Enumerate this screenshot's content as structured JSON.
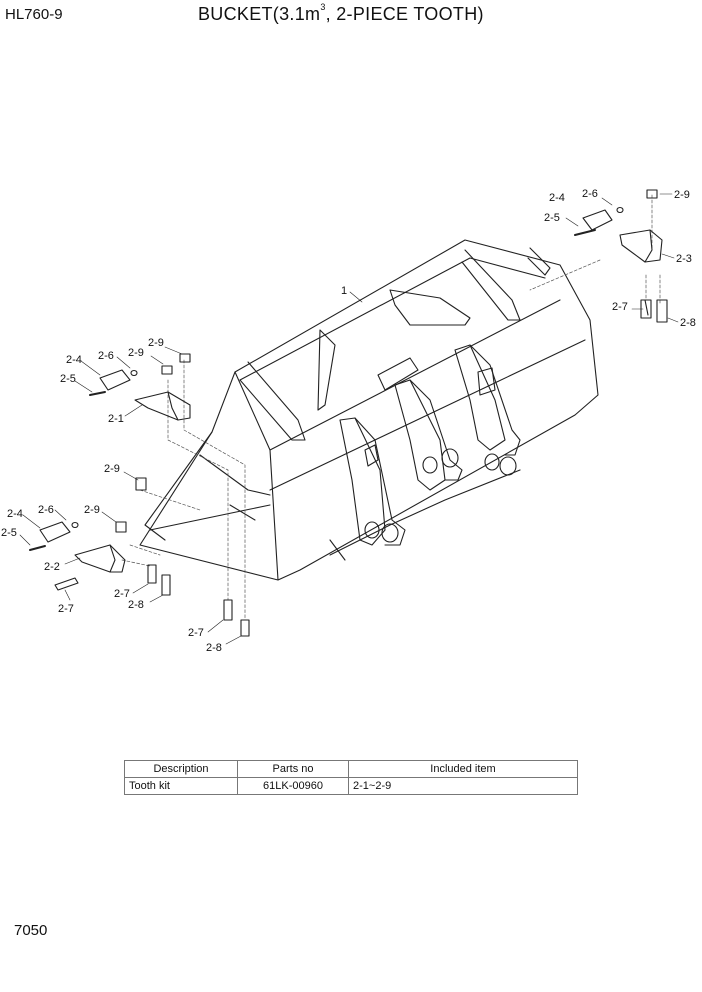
{
  "header": {
    "model": "HL760-9",
    "title_main": "BUCKET(3.1m",
    "title_sup": "3",
    "title_rest": ", 2-PIECE TOOTH)"
  },
  "callouts": {
    "c1": "1",
    "c2_1": "2-1",
    "c2_2": "2-2",
    "c2_3": "2-3",
    "c2_4": "2-4",
    "c2_5": "2-5",
    "c2_6": "2-6",
    "c2_7": "2-7",
    "c2_8": "2-8",
    "c2_9": "2-9"
  },
  "table": {
    "headers": [
      "Description",
      "Parts no",
      "Included item"
    ],
    "rows": [
      [
        "Tooth kit",
        "61LK-00960",
        "2-1~2-9"
      ]
    ]
  },
  "footer": {
    "page_number": "7050"
  }
}
